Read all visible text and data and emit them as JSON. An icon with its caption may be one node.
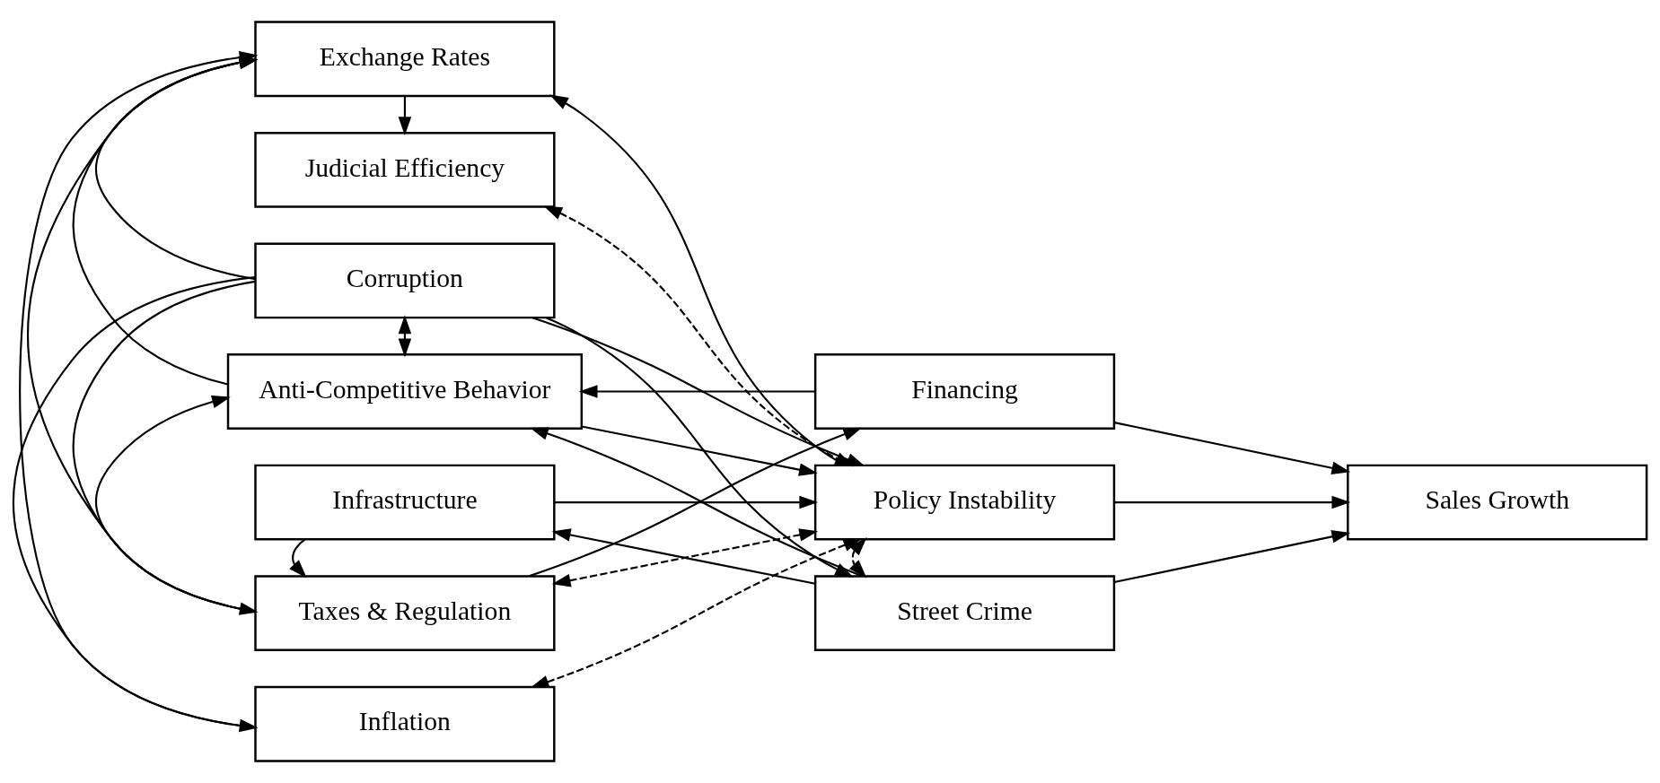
{
  "diagram": {
    "nodes": [
      {
        "text": [
          "Anti-Competitive Behavior"
        ]
      },
      {
        "text": [
          "Infrastructure"
        ]
      },
      {
        "text": [
          "Taxes & Regulation"
        ]
      },
      {
        "text": [
          "Judicial Efficiency"
        ]
      },
      {
        "text": [
          "Corruption"
        ]
      },
      {
        "text": [
          "Inflation"
        ]
      },
      {
        "text": [
          "Exchange Rates"
        ]
      },
      {
        "text": [
          "Financing"
        ]
      },
      {
        "text": [
          "Policy Instability"
        ]
      },
      {
        "text": [
          "Street Crime"
        ]
      },
      {
        "text": [
          "Sales Growth"
        ]
      }
    ],
    "edges": [
      {
        "from": 2,
        "to": 0,
        "arrow": "to"
      },
      {
        "from": 4,
        "to": 0,
        "arrow": "both",
        "style": "dashed"
      },
      {
        "from": 0,
        "to": 6,
        "arrow": "to"
      },
      {
        "from": 2,
        "to": 6,
        "arrow": "to"
      },
      {
        "from": 4,
        "to": 2,
        "arrow": "to"
      },
      {
        "from": 6,
        "to": 3,
        "arrow": "to"
      },
      {
        "from": 4,
        "to": 6,
        "arrow": "to"
      },
      {
        "from": 1,
        "to": 2,
        "arrow": "to"
      },
      {
        "from": 4,
        "to": 5,
        "arrow": "to"
      },
      {
        "from": 5,
        "to": 6,
        "arrow": "to"
      },
      {
        "from": 7,
        "to": 0,
        "arrow": "to"
      },
      {
        "from": 0,
        "to": 8,
        "arrow": "to"
      },
      {
        "from": 9,
        "to": 0,
        "arrow": "to"
      },
      {
        "from": 1,
        "to": 8,
        "arrow": "to"
      },
      {
        "from": 9,
        "to": 1,
        "arrow": "to"
      },
      {
        "from": 2,
        "to": 7,
        "arrow": "to"
      },
      {
        "from": 2,
        "to": 8,
        "arrow": "both",
        "style": "dashed"
      },
      {
        "from": 3,
        "to": 8,
        "arrow": "both",
        "style": "dashed"
      },
      {
        "from": 4,
        "to": 8,
        "arrow": "to"
      },
      {
        "from": 4,
        "to": 9,
        "arrow": "to"
      },
      {
        "from": 5,
        "to": 8,
        "arrow": "both",
        "style": "dashed"
      },
      {
        "from": 8,
        "to": 6,
        "arrow": "to"
      },
      {
        "from": 8,
        "to": 9,
        "arrow": "both",
        "style": "dashed"
      },
      {
        "from": 7,
        "to": 10,
        "arrow": "to"
      },
      {
        "from": 8,
        "to": 10,
        "arrow": "to"
      },
      {
        "from": 9,
        "to": 10,
        "arrow": "to"
      }
    ]
  }
}
